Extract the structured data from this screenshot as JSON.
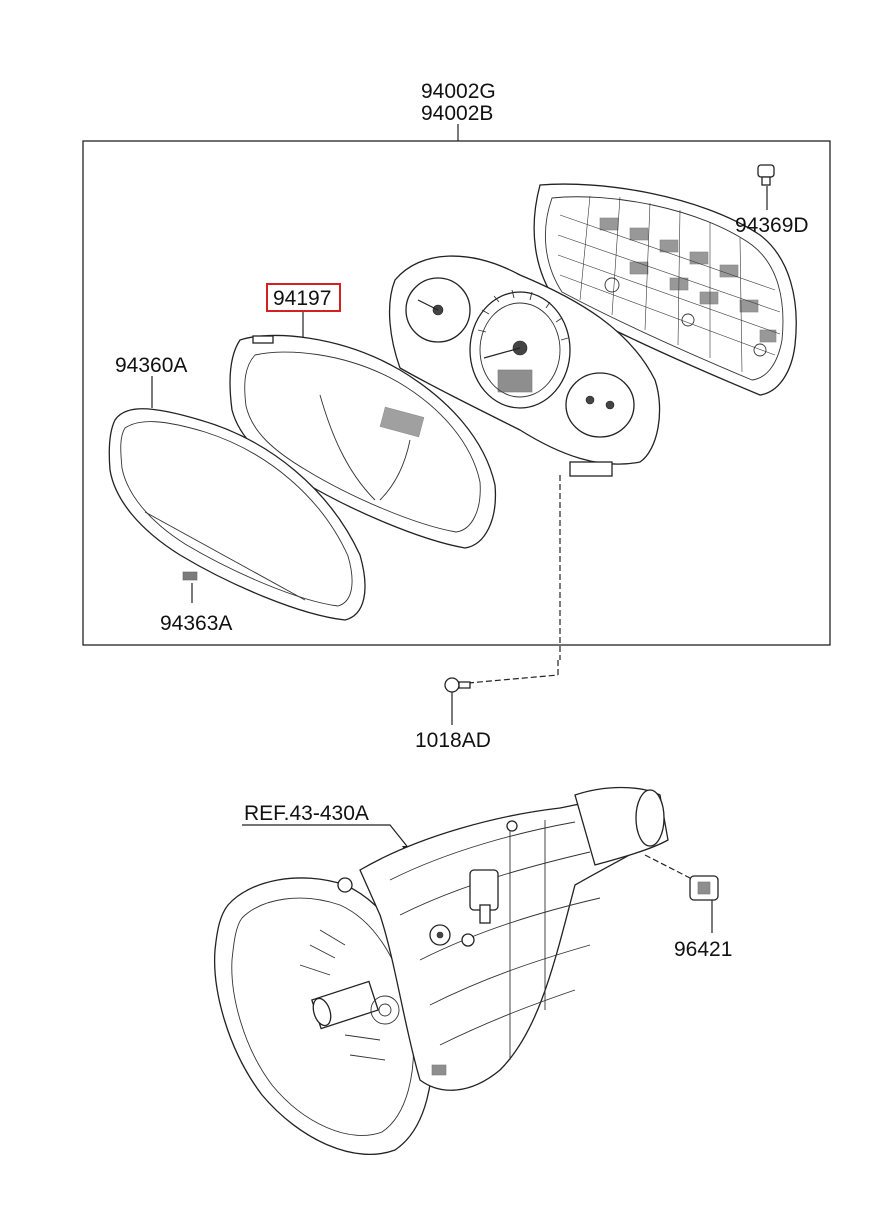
{
  "labels": {
    "assembly_top": "94002G",
    "assembly_bottom": "94002B",
    "socket": "94369D",
    "lens_glass": "94197",
    "mask": "94360A",
    "clip": "94363A",
    "screw": "1018AD",
    "transmission_ref": "REF.43-430A",
    "speed_sensor": "96421"
  },
  "colors": {
    "highlight": "#d42020",
    "line": "#222222",
    "background": "#ffffff"
  }
}
